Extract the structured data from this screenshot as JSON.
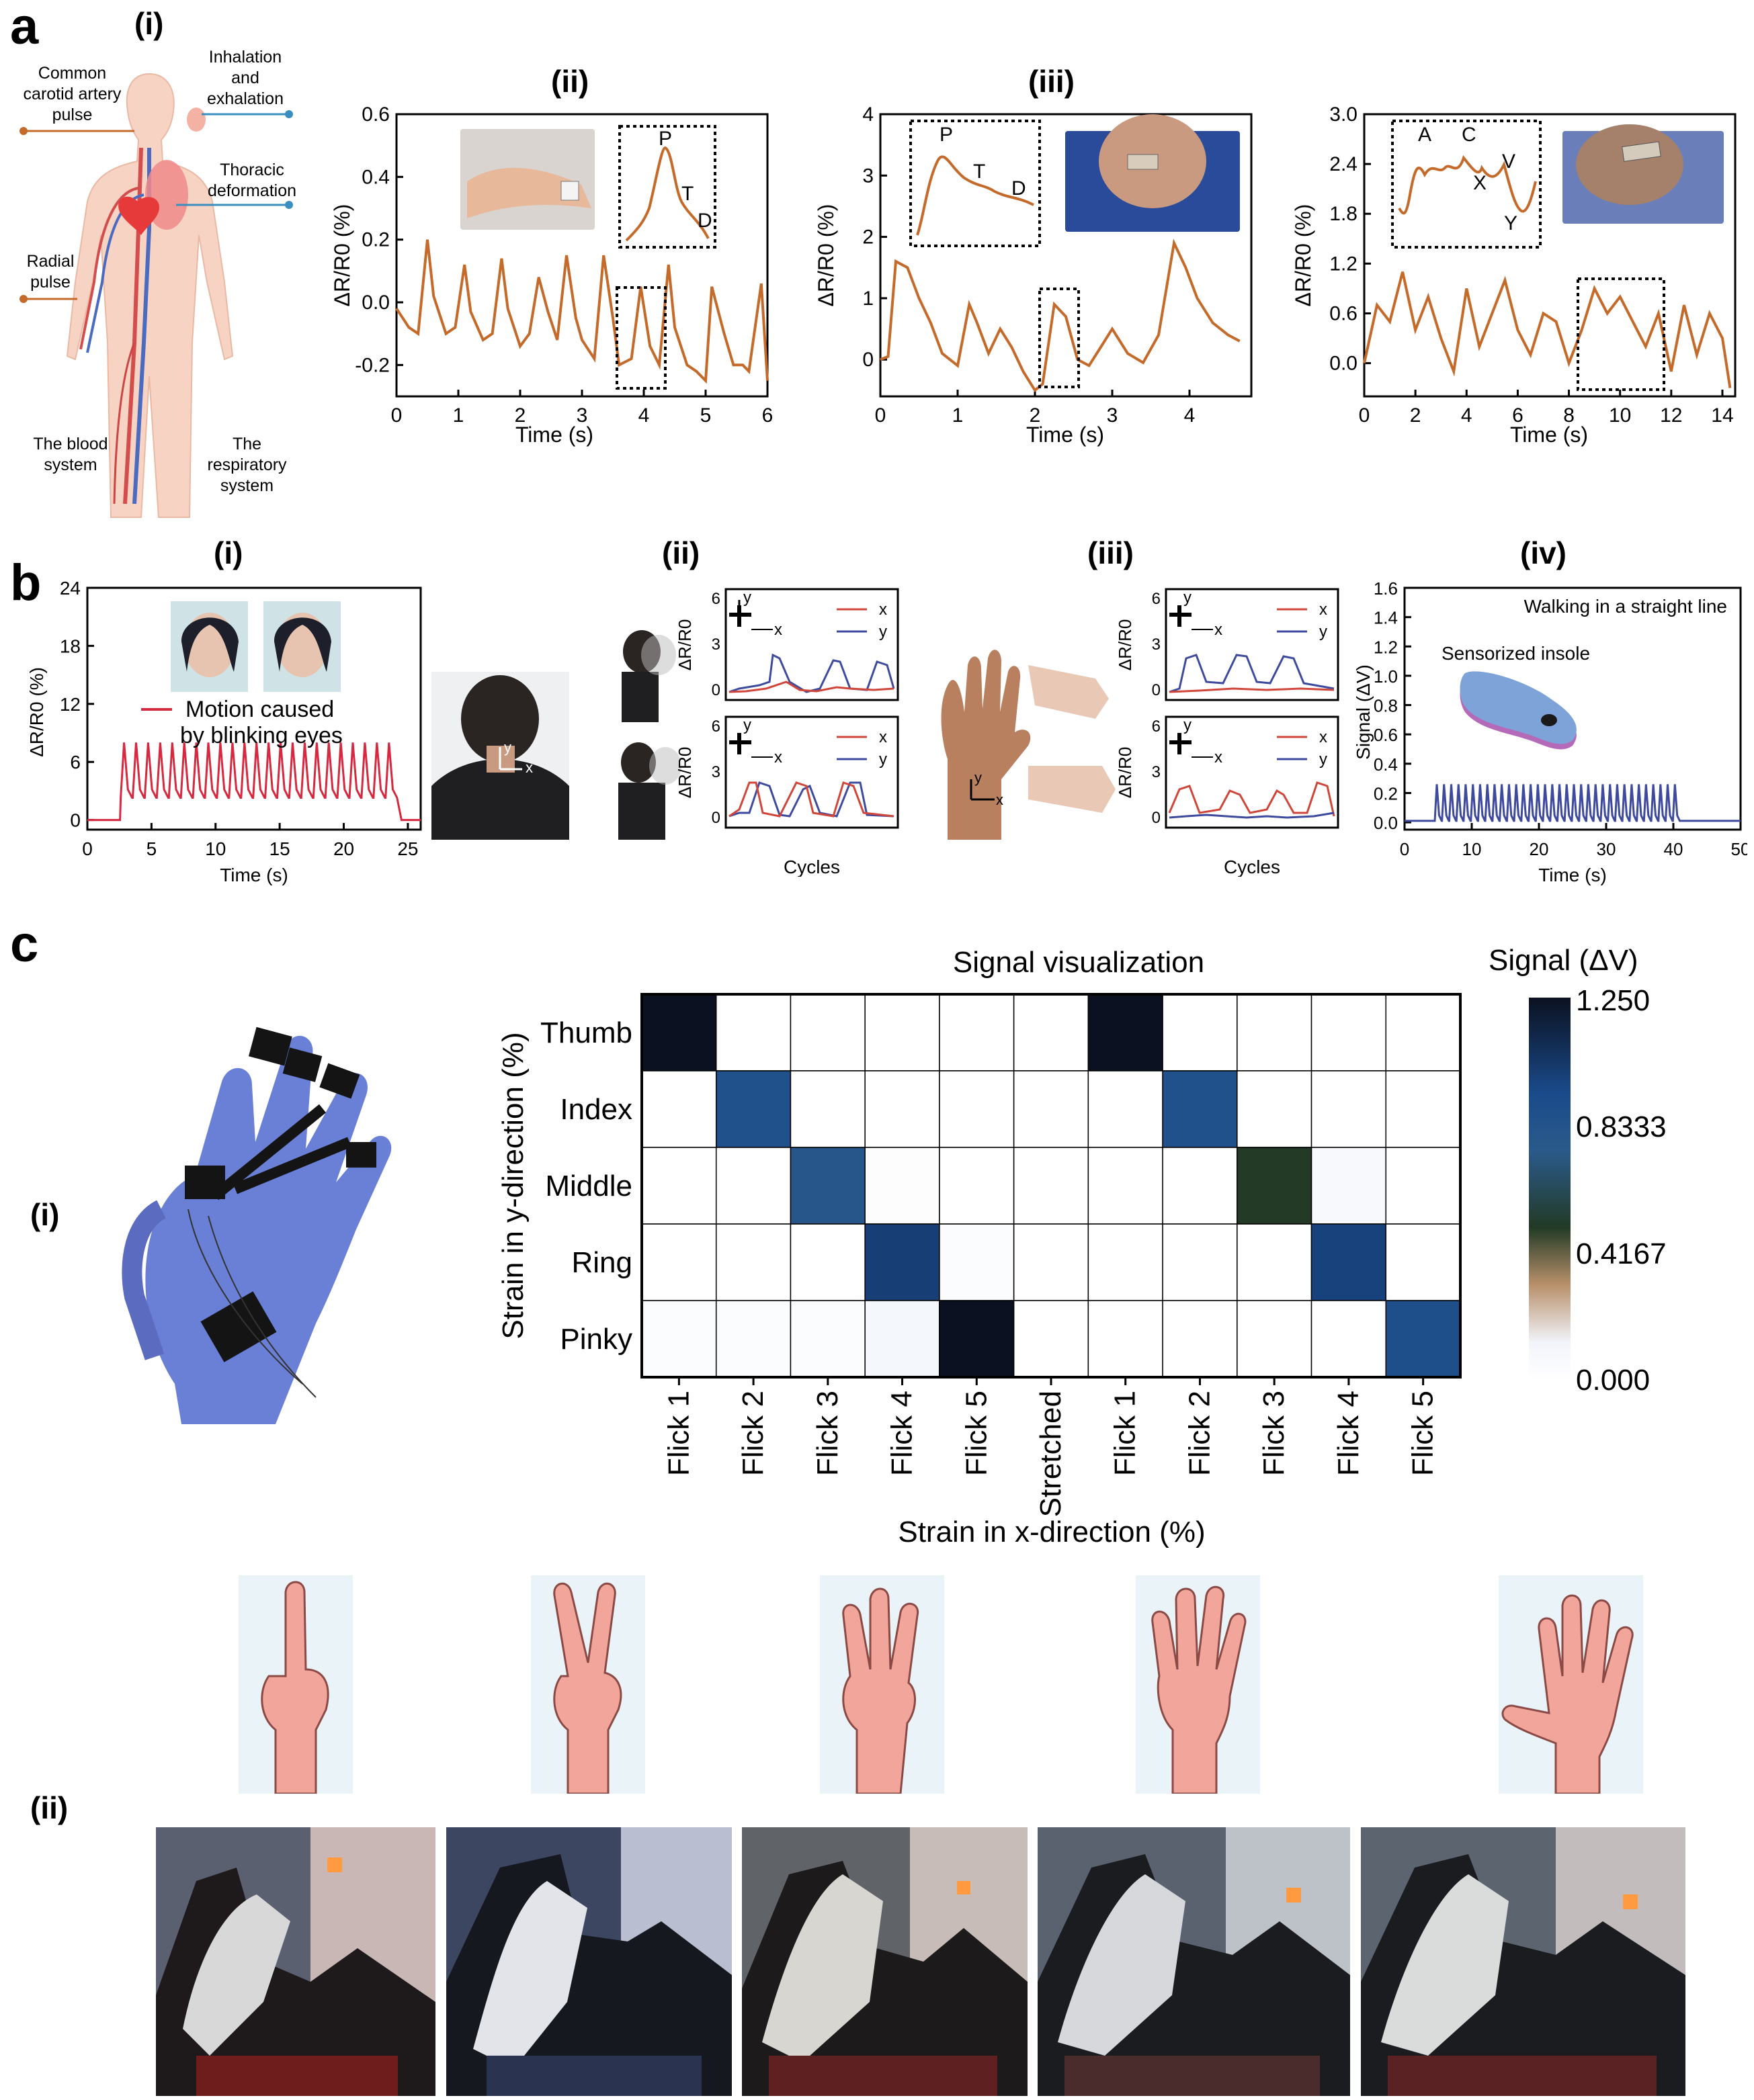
{
  "panel_a": {
    "label": "a",
    "i": {
      "label": "(i)",
      "annotations": {
        "carotid": "Common carotid artery pulse",
        "inhalation": "Inhalation and exhalation",
        "thoracic": "Thoracic deformation",
        "radial": "Radial pulse",
        "blood": "The blood system",
        "respiratory": "The respiratory system"
      }
    },
    "ii": {
      "label": "(ii)",
      "ylabel": "ΔR/R0 (%)",
      "xlabel": "Time (s)",
      "peaks": [
        "P",
        "T",
        "D"
      ]
    },
    "iii": {
      "label": "(iii)",
      "ylabel": "ΔR/R0 (%)",
      "xlabel": "Time (s)",
      "peaks": [
        "P",
        "T",
        "D"
      ]
    },
    "iv": {
      "ylabel": "ΔR/R0 (%)",
      "xlabel": "Time (s)",
      "peaks": [
        "A",
        "C",
        "V",
        "X",
        "Y"
      ]
    }
  },
  "panel_b": {
    "label": "b",
    "i": {
      "label": "(i)",
      "ylabel": "ΔR/R0 (%)",
      "xlabel": "Time (s)",
      "legend": "Motion caused by blinking eyes",
      "axis_y": "y",
      "axis_x": "x"
    },
    "ii": {
      "label": "(ii)",
      "ylabel": "ΔR/R0",
      "xlabel": "Cycles",
      "legend_x": "x",
      "legend_y": "y"
    },
    "iii": {
      "label": "(iii)",
      "ylabel": "ΔR/R0",
      "xlabel": "Cycles",
      "legend_x": "x",
      "legend_y": "y"
    },
    "iv": {
      "label": "(iv)",
      "ylabel": "Signal (ΔV)",
      "xlabel": "Time (s)",
      "annotation1": "Walking in a straight line",
      "annotation2": "Sensorized insole"
    }
  },
  "panel_c": {
    "label": "c",
    "i": {
      "label": "(i)"
    },
    "ii": {
      "label": "(ii)"
    },
    "heatmap_title": "Signal visualization",
    "colorbar_title": "Signal (ΔV)",
    "colorbar_ticks": [
      "1.250",
      "0.8333",
      "0.4167",
      "0.000"
    ],
    "ylabel": "Strain in y-direction (%)",
    "xlabel": "Strain in x-direction (%)"
  },
  "colors": {
    "trace_orange": "#c46a2a",
    "trace_red": "#d6283e",
    "trace_blue": "#3e4a9e",
    "line_red": "#d0463a"
  },
  "chart_data": [
    {
      "type": "line",
      "id": "a-ii",
      "xlabel": "Time (s)",
      "ylabel": "ΔR/R0 (%)",
      "xlim": [
        0,
        6
      ],
      "ylim": [
        -0.3,
        0.6
      ],
      "xticks": [
        0,
        1,
        2,
        3,
        4,
        5,
        6
      ],
      "yticks": [
        -0.2,
        0.0,
        0.2,
        0.4,
        0.6
      ],
      "x": [
        0,
        0.2,
        0.35,
        0.5,
        0.6,
        0.8,
        0.95,
        1.1,
        1.2,
        1.4,
        1.55,
        1.7,
        1.8,
        2.0,
        2.15,
        2.3,
        2.45,
        2.6,
        2.75,
        2.9,
        3.0,
        3.2,
        3.35,
        3.5,
        3.6,
        3.8,
        3.95,
        4.1,
        4.25,
        4.4,
        4.5,
        4.7,
        4.85,
        5.0,
        5.1,
        5.3,
        5.45,
        5.6,
        5.7,
        5.9,
        6.0
      ],
      "series": [
        {
          "values": [
            -0.02,
            -0.08,
            -0.1,
            0.2,
            0.02,
            -0.1,
            -0.08,
            0.12,
            -0.03,
            -0.12,
            -0.1,
            0.14,
            -0.02,
            -0.14,
            -0.1,
            0.08,
            -0.03,
            -0.12,
            0.15,
            -0.05,
            -0.12,
            -0.18,
            0.15,
            -0.05,
            -0.2,
            -0.18,
            0.05,
            -0.14,
            -0.2,
            0.12,
            -0.08,
            -0.2,
            -0.22,
            -0.25,
            0.05,
            -0.1,
            -0.2,
            -0.2,
            -0.22,
            0.06,
            -0.25
          ]
        }
      ]
    },
    {
      "type": "line",
      "id": "a-iii",
      "xlabel": "Time (s)",
      "ylabel": "ΔR/R0 (%)",
      "xlim": [
        0,
        4.8
      ],
      "ylim": [
        -0.6,
        4
      ],
      "xticks": [
        0,
        1,
        2,
        3,
        4
      ],
      "yticks": [
        0,
        1,
        2,
        3,
        4
      ],
      "x": [
        0,
        0.1,
        0.2,
        0.35,
        0.5,
        0.65,
        0.8,
        1.0,
        1.15,
        1.25,
        1.4,
        1.55,
        1.7,
        1.85,
        2.0,
        2.1,
        2.25,
        2.4,
        2.55,
        2.7,
        2.85,
        3.0,
        3.2,
        3.4,
        3.6,
        3.8,
        3.95,
        4.1,
        4.3,
        4.5,
        4.65
      ],
      "series": [
        {
          "values": [
            0,
            0.05,
            1.6,
            1.5,
            1.0,
            0.6,
            0.1,
            -0.1,
            0.9,
            0.6,
            0.1,
            0.5,
            0.2,
            -0.2,
            -0.5,
            -0.4,
            0.9,
            0.7,
            0.0,
            -0.1,
            0.2,
            0.5,
            0.1,
            -0.05,
            0.4,
            1.9,
            1.5,
            1.0,
            0.6,
            0.4,
            0.3
          ]
        }
      ]
    },
    {
      "type": "line",
      "id": "a-iv",
      "xlabel": "Time (s)",
      "ylabel": "ΔR/R0 (%)",
      "xlim": [
        0,
        14.5
      ],
      "ylim": [
        -0.4,
        3.0
      ],
      "xticks": [
        0,
        2,
        4,
        6,
        8,
        10,
        12,
        14
      ],
      "yticks": [
        0.0,
        0.6,
        1.2,
        1.8,
        2.4,
        3.0
      ],
      "x": [
        0,
        0.5,
        1.0,
        1.5,
        2.0,
        2.5,
        3.0,
        3.5,
        4.0,
        4.5,
        5.0,
        5.5,
        6.0,
        6.5,
        7.0,
        7.5,
        8.0,
        8.5,
        9.0,
        9.5,
        10.0,
        10.5,
        11.0,
        11.5,
        12.0,
        12.5,
        13.0,
        13.5,
        14.0,
        14.3
      ],
      "series": [
        {
          "values": [
            0.0,
            0.7,
            0.5,
            1.1,
            0.4,
            0.8,
            0.3,
            -0.1,
            0.9,
            0.2,
            0.6,
            1.0,
            0.4,
            0.1,
            0.6,
            0.5,
            0.0,
            0.4,
            0.9,
            0.6,
            0.8,
            0.5,
            0.2,
            0.6,
            -0.1,
            0.7,
            0.1,
            0.6,
            0.3,
            -0.3
          ]
        }
      ]
    },
    {
      "type": "line",
      "id": "b-i",
      "xlabel": "Time (s)",
      "ylabel": "ΔR/R0 (%)",
      "xlim": [
        0,
        26
      ],
      "ylim": [
        -1,
        24
      ],
      "xticks": [
        0,
        5,
        10,
        15,
        20,
        25
      ],
      "yticks": [
        0,
        6,
        12,
        18,
        24
      ],
      "series": [
        {
          "name": "Motion caused by blinking eyes",
          "pulse_start": 2.6,
          "pulse_end": 24.2,
          "pulse_count": 23,
          "peak": 8,
          "baseline": 0,
          "plateau": 2.3
        }
      ]
    },
    {
      "type": "bar",
      "id": "b-iv",
      "xlabel": "Time (s)",
      "ylabel": "Signal (ΔV)",
      "xlim": [
        0,
        50
      ],
      "ylim": [
        -0.05,
        1.6
      ],
      "xticks": [
        0,
        10,
        20,
        30,
        40,
        50
      ],
      "yticks": [
        0.0,
        0.2,
        0.4,
        0.6,
        0.8,
        1.0,
        1.2,
        1.4,
        1.6
      ],
      "series": [
        {
          "pulse_start": 4.5,
          "pulse_end": 41,
          "pulse_count": 34,
          "peak": 0.26,
          "baseline": 0.01
        }
      ]
    },
    {
      "type": "heatmap",
      "id": "c-i",
      "title": "Signal visualization",
      "xlabel": "Strain in x-direction (%)",
      "ylabel": "Strain in y-direction (%)",
      "rows": [
        "Thumb",
        "Index",
        "Middle",
        "Ring",
        "Pinky"
      ],
      "columns": [
        "Flick 1",
        "Flick 2",
        "Flick 3",
        "Flick 4",
        "Flick 5",
        "Stretched",
        "Flick 1",
        "Flick 2",
        "Flick 3",
        "Flick 4",
        "Flick 5"
      ],
      "values": [
        [
          1.25,
          0,
          0,
          0,
          0,
          0,
          1.25,
          0,
          0,
          0,
          0
        ],
        [
          0,
          0.85,
          0,
          0,
          0,
          0,
          0,
          0.85,
          0,
          0,
          0
        ],
        [
          0,
          0,
          0.78,
          0.02,
          0,
          0,
          0,
          0,
          0.5,
          0.07,
          0
        ],
        [
          0,
          0,
          0,
          1.0,
          0.03,
          0,
          0,
          0,
          0,
          0.98,
          0
        ],
        [
          0.03,
          0.03,
          0.03,
          0.09,
          1.25,
          0,
          0,
          0,
          0,
          0,
          0.88
        ]
      ],
      "zlim": [
        0,
        1.25
      ]
    }
  ]
}
